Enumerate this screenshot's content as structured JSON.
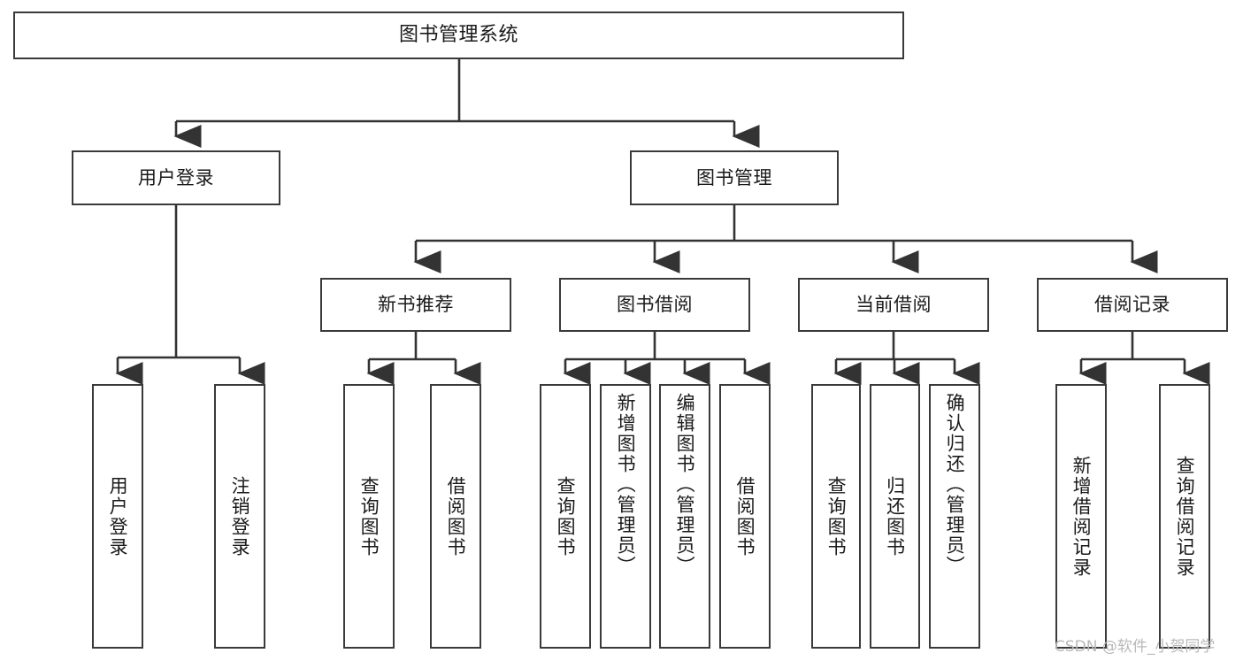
{
  "diagram": {
    "title": "图书管理系统",
    "type": "功能结构图",
    "colors": {
      "box_border": "#3a3a3a",
      "box_fill": "#ffffff",
      "edge": "#333333",
      "text": "#1a1a1a",
      "watermark": "#b9b9b9",
      "background": "#ffffff"
    }
  },
  "nodes": {
    "root": {
      "label": "图书管理系统"
    },
    "level2": [
      {
        "id": "user-login",
        "label": "用户登录"
      },
      {
        "id": "book-manage",
        "label": "图书管理"
      }
    ],
    "level3": [
      {
        "id": "new-book-recommend",
        "label": "新书推荐"
      },
      {
        "id": "book-borrow",
        "label": "图书借阅"
      },
      {
        "id": "current-borrow",
        "label": "当前借阅"
      },
      {
        "id": "borrow-record",
        "label": "借阅记录"
      }
    ],
    "leaves": {
      "user_login": [
        {
          "id": "leaf-user-login",
          "label": "用户登录"
        },
        {
          "id": "leaf-logout-login",
          "label": "注销登录"
        }
      ],
      "new_book_recommend": [
        {
          "id": "leaf-query-book-1",
          "label": "查询图书"
        },
        {
          "id": "leaf-borrow-book-1",
          "label": "借阅图书"
        }
      ],
      "book_borrow": [
        {
          "id": "leaf-query-book-2",
          "label": "查询图书"
        },
        {
          "id": "leaf-add-book",
          "label": "新增图书（管理员）"
        },
        {
          "id": "leaf-edit-book",
          "label": "编辑图书（管理员）"
        },
        {
          "id": "leaf-borrow-book-2",
          "label": "借阅图书"
        }
      ],
      "current_borrow": [
        {
          "id": "leaf-query-book-3",
          "label": "查询图书"
        },
        {
          "id": "leaf-return-book",
          "label": "归还图书"
        },
        {
          "id": "leaf-confirm-return",
          "label": "确认归还（管理员）"
        }
      ],
      "borrow_record": [
        {
          "id": "leaf-add-record",
          "label": "新增借阅记录"
        },
        {
          "id": "leaf-query-record",
          "label": "查询借阅记录"
        }
      ]
    }
  },
  "watermark": {
    "text": "CSDN @软件_小贺同学"
  }
}
